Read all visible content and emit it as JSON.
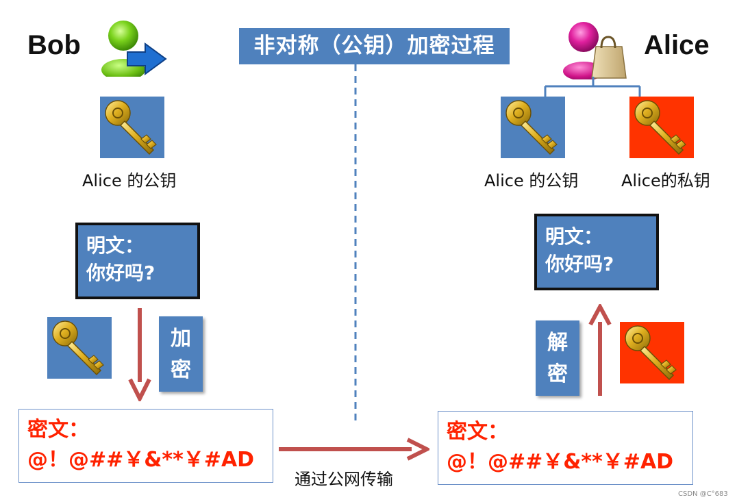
{
  "title": "非对称（公钥）加密过程",
  "bob": {
    "name": "Bob",
    "key_caption": "Alice 的公钥",
    "plaintext_label": "明文：",
    "plaintext_value": "你好吗?",
    "action_label": "加密",
    "ciphertext_label": "密文：",
    "ciphertext_value": "@！@##￥&**￥#AD"
  },
  "alice": {
    "name": "Alice",
    "public_key_caption": "Alice 的公钥",
    "private_key_caption": "Alice的私钥",
    "plaintext_label": "明文：",
    "plaintext_value": "你好吗?",
    "action_label": "解密",
    "ciphertext_label": "密文：",
    "ciphertext_value": "@！@##￥&**￥#AD"
  },
  "network_label": "通过公网传输",
  "watermark": "CSDN @C°683",
  "colors": {
    "title_bg": "#4f81bd",
    "public_key_bg": "#4f81bd",
    "private_key_bg": "#ff3300",
    "arrow": "#c0504d",
    "cipher_text": "#ff2200",
    "divider": "#4f81bd"
  },
  "icons": {
    "bob_avatar": "green-user-icon",
    "alice_avatar": "pink-user-icon",
    "key": "golden-key-icon"
  }
}
